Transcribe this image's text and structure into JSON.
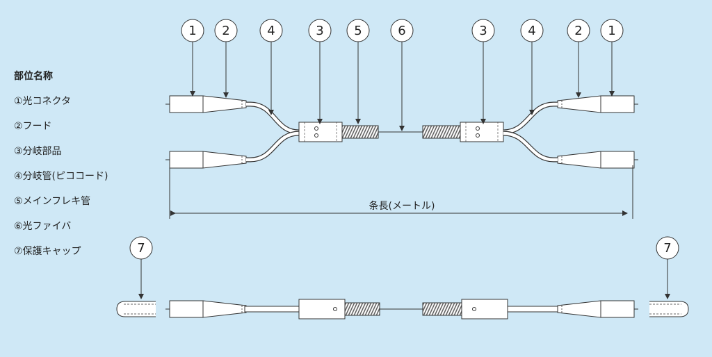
{
  "legend": {
    "title": "部位名称",
    "items": [
      "①光コネクタ",
      "②フード",
      "③分岐部品",
      "④分岐管(ピココード)",
      "⑤メインフレキ管",
      "⑥光ファイバ",
      "⑦保護キャップ"
    ]
  },
  "callouts": {
    "top": [
      "1",
      "2",
      "4",
      "3",
      "5",
      "6",
      "3",
      "4",
      "2",
      "1"
    ],
    "bottom": [
      "7",
      "7"
    ]
  },
  "length_label": "条長(メートル)",
  "colors": {
    "background": "#cfe8f6",
    "line": "#333333",
    "connector_fill": "#ffffff",
    "flex_hatch": "#555555"
  }
}
